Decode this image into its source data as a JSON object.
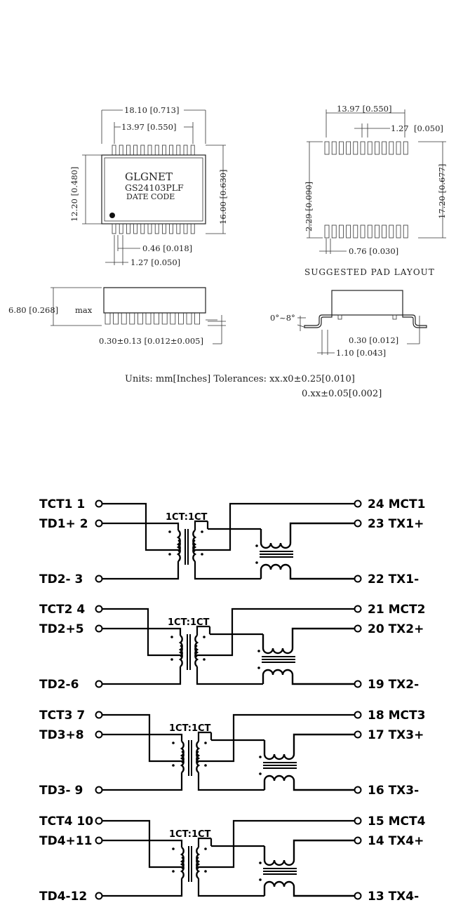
{
  "package_drawing": {
    "top_view": {
      "body_marking": [
        "GLGNET",
        "GS24103PLF",
        "DATE CODE"
      ],
      "dims": {
        "overall_length": "18.10 [0.713]",
        "pin_span": "13.97 [0.550]",
        "body_width": "12.20 [0.480]",
        "overall_width": "16.00 [0.630]",
        "lead_width": "0.46 [0.018]",
        "lead_pitch": "1.27 [0.050]"
      }
    },
    "pad_layout": {
      "title": "SUGGESTED PAD LAYOUT",
      "dims": {
        "pad_span": "13.97 [0.550]",
        "pad_pitch": "1.27",
        "pad_pitch_inch": "[0.050]",
        "row_spacing": "17.20 [0.677]",
        "pad_length": "2.29 [0.090]",
        "pad_width": "0.76 [0.030]"
      }
    },
    "side_view": {
      "dims": {
        "height": "6.80 [0.268]",
        "height_suffix": "max",
        "standoff": "0.30±0.13 [0.012±0.005]"
      }
    },
    "end_view": {
      "dims": {
        "angle": "0°~8°",
        "lead_thickness": "0.30 [0.012]",
        "foot_length": "1.10 [0.043]"
      }
    },
    "notes": {
      "line1": "Units: mm[Inches]  Tolerances: xx.x0±0.25[0.010]",
      "line2": "0.xx±0.05[0.002]"
    }
  },
  "schematic": {
    "channels": [
      {
        "ratio": "1CT:1CT",
        "left": [
          "TCT1  1",
          "TD1+ 2",
          "TD2- 3"
        ],
        "right": [
          "24 MCT1",
          "23 TX1+",
          "22 TX1-"
        ]
      },
      {
        "ratio": "1CT:1CT",
        "left": [
          "TCT2  4",
          "TD2+5",
          "TD2-6"
        ],
        "right": [
          "21 MCT2",
          "20 TX2+",
          "19  TX2-"
        ]
      },
      {
        "ratio": "1CT:1CT",
        "left": [
          "TCT3  7",
          "TD3+8",
          "TD3-  9"
        ],
        "right": [
          "18 MCT3",
          "17  TX3+",
          "16  TX3-"
        ]
      },
      {
        "ratio": "1CT:1CT",
        "left": [
          "TCT4 10",
          "TD4+11",
          "TD4-12"
        ],
        "right": [
          "15 MCT4",
          "14  TX4+",
          "13  TX4-"
        ]
      }
    ]
  }
}
